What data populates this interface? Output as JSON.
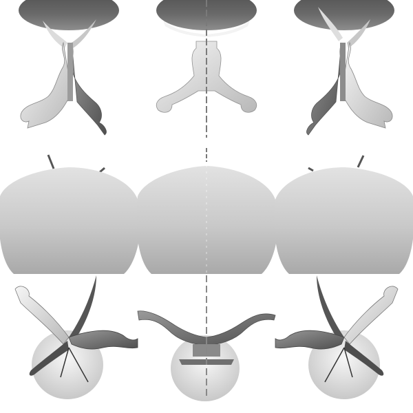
{
  "figure": {
    "kind": "multi-view render grid",
    "subject": "pedestal table",
    "rows": 3,
    "columns": 3,
    "views": [
      {
        "row": "top",
        "col": "left",
        "view": "elevation-rotated-left"
      },
      {
        "row": "top",
        "col": "center",
        "view": "elevation-front"
      },
      {
        "row": "top",
        "col": "right",
        "view": "elevation-rotated-right"
      },
      {
        "row": "middle",
        "col": "left",
        "view": "top-down-left"
      },
      {
        "row": "middle",
        "col": "center",
        "view": "top-down-front"
      },
      {
        "row": "middle",
        "col": "right",
        "view": "top-down-right"
      },
      {
        "row": "bottom",
        "col": "left",
        "view": "bottom-up-left"
      },
      {
        "row": "bottom",
        "col": "center",
        "view": "bottom-up-front"
      },
      {
        "row": "bottom",
        "col": "right",
        "view": "bottom-up-right"
      }
    ]
  },
  "colors": {
    "background": "#ffffff",
    "tabletop_dark": "#5f5f5f",
    "tabletop_mid": "#8a8a8a",
    "leg_light": "#eeeeee",
    "leg_mid": "#bdbdbd",
    "leg_dark": "#6c6c6c",
    "disc_light": "#f3f3f3",
    "disc_dark": "#cfcfcf"
  }
}
